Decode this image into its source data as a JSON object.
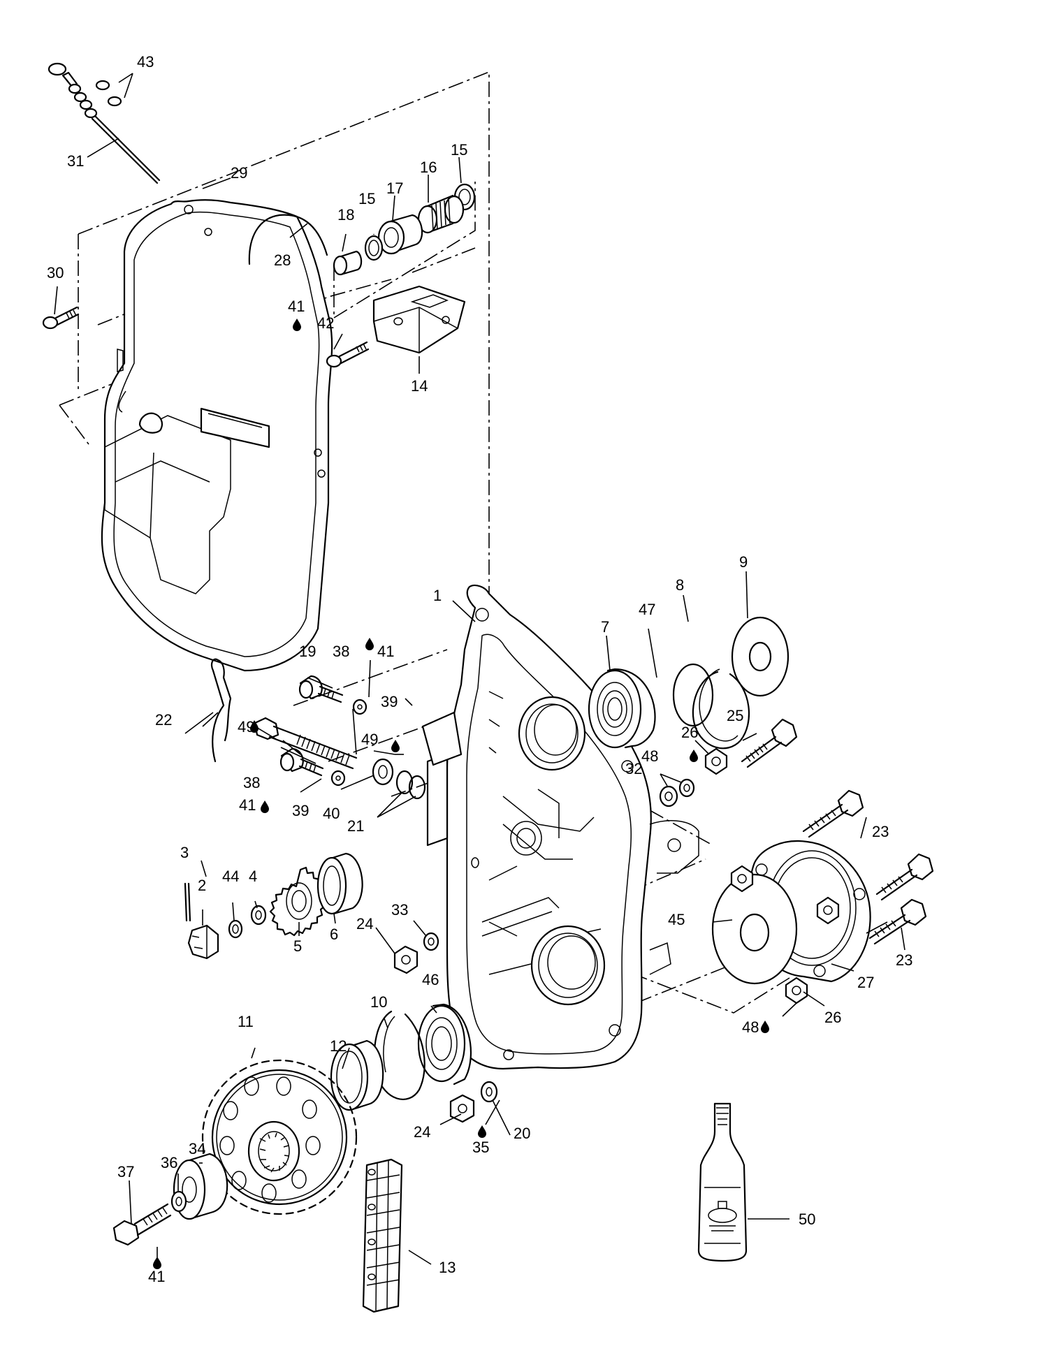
{
  "callouts": {
    "c1": "1",
    "c2": "2",
    "c3": "3",
    "c4": "4",
    "c5": "5",
    "c6": "6",
    "c7": "7",
    "c8": "8",
    "c9": "9",
    "c10": "10",
    "c11": "11",
    "c12": "12",
    "c13": "13",
    "c14": "14",
    "c15a": "15",
    "c15b": "15",
    "c16": "16",
    "c17": "17",
    "c18": "18",
    "c19": "19",
    "c20": "20",
    "c21": "21",
    "c22": "22",
    "c23a": "23",
    "c23b": "23",
    "c24a": "24",
    "c24b": "24",
    "c25": "25",
    "c26a": "26",
    "c26b": "26",
    "c27": "27",
    "c28": "28",
    "c29": "29",
    "c30": "30",
    "c31": "31",
    "c32": "32",
    "c33": "33",
    "c34": "34",
    "c35": "35",
    "c36": "36",
    "c37": "37",
    "c38a": "38",
    "c38b": "38",
    "c39a": "39",
    "c39b": "39",
    "c40": "40",
    "c41a": "41",
    "c41b": "41",
    "c41c": "41",
    "c41d": "41",
    "c42": "42",
    "c43": "43",
    "c44": "44",
    "c45": "45",
    "c46": "46",
    "c47": "47",
    "c48a": "48",
    "c48b": "48",
    "c49a": "49",
    "c49b": "49",
    "c50": "50"
  },
  "icons": {
    "lubricant": "oil-drop-icon"
  }
}
